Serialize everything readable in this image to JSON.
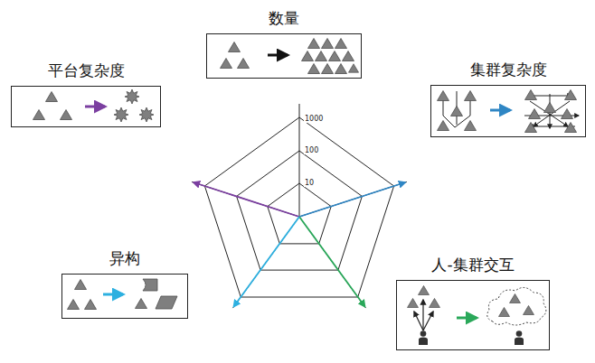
{
  "diagram": {
    "nodes": [
      {
        "text": [
          "数量"
        ]
      },
      {
        "text": [
          "平台复杂度"
        ]
      },
      {
        "text": [
          "集群复杂度"
        ]
      },
      {
        "text": [
          "异构"
        ]
      },
      {
        "text": [
          "人-集群交互"
        ]
      }
    ],
    "labels": [
      "1000",
      "100",
      "10"
    ]
  }
}
